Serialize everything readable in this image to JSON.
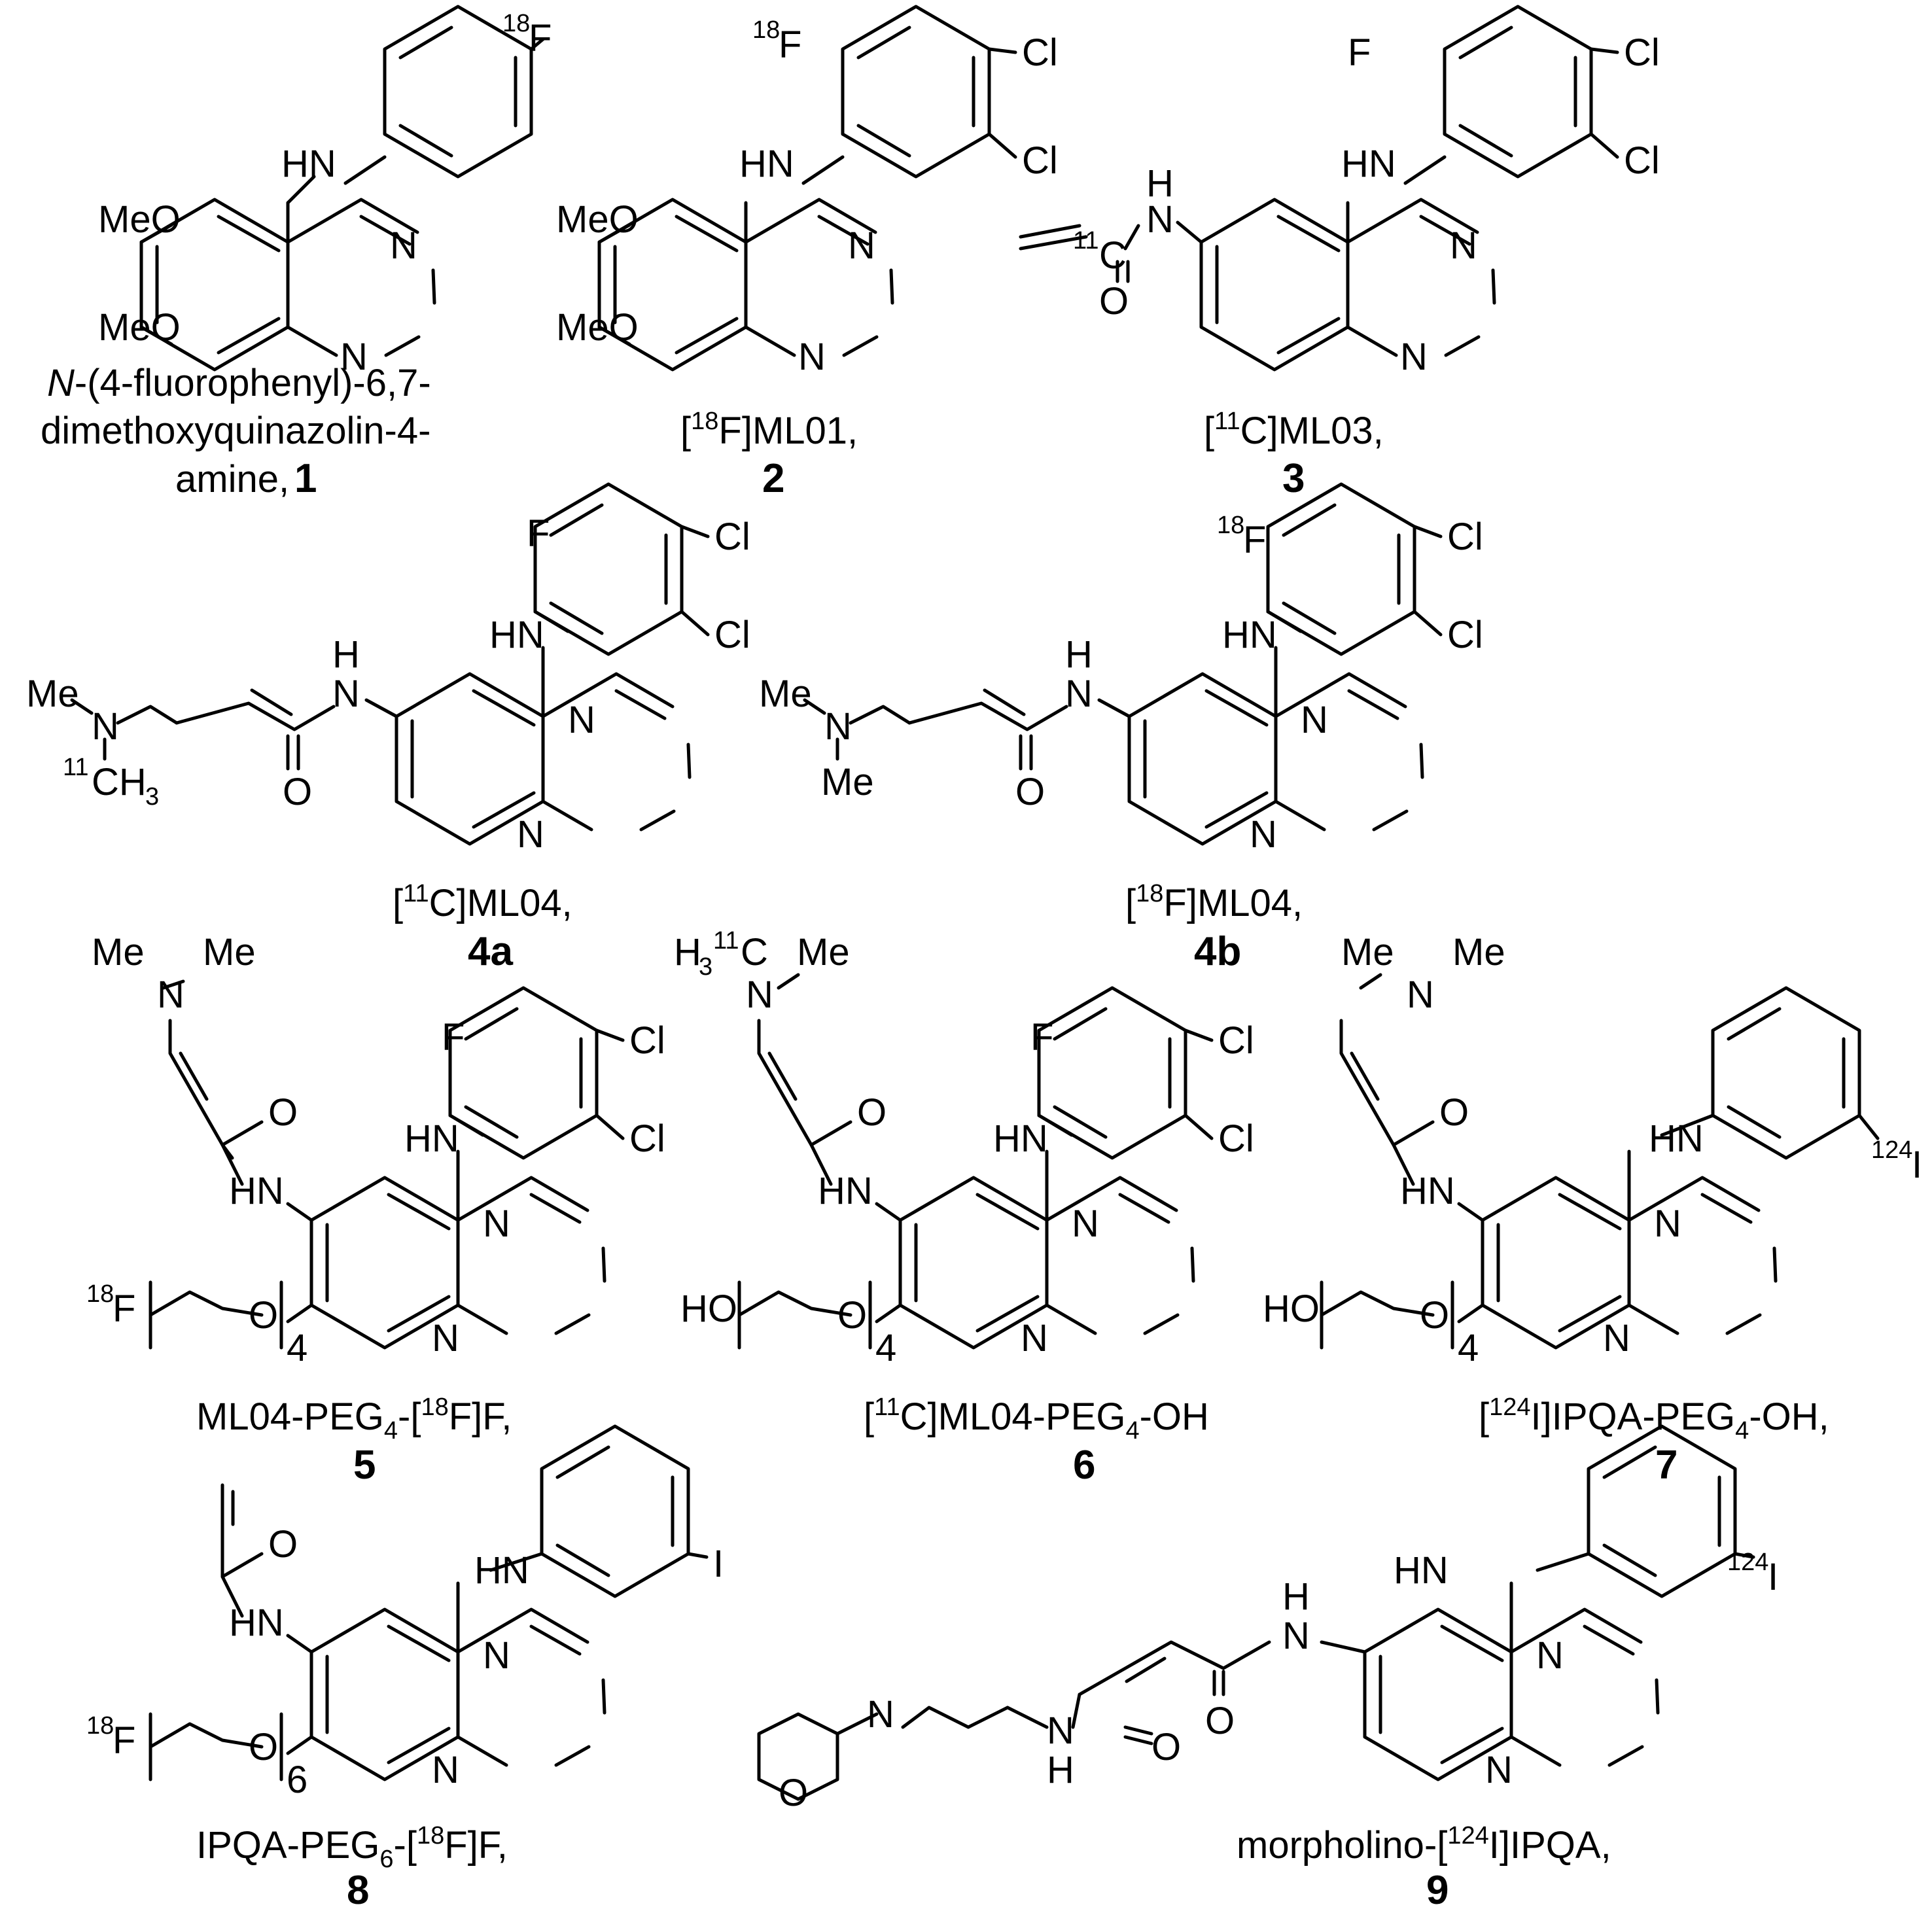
{
  "compounds": [
    {
      "id": "c1",
      "number": "1",
      "caption": [
        "N",
        "-(4-fluorophenyl)-6,7-",
        "dimethoxyquinazolin-4-",
        "amine,"
      ],
      "labels": {
        "iso": "18",
        "F": "F",
        "NH": "HN",
        "MeO1": "MeO",
        "MeO2": "MeO",
        "N1": "N",
        "N2": "N"
      }
    },
    {
      "id": "c2",
      "number": "2",
      "caption": [
        "[",
        "18",
        "F]ML01,"
      ],
      "labels": {
        "iso": "18",
        "F": "F",
        "Cl1": "Cl",
        "Cl2": "Cl",
        "NH": "HN",
        "MeO1": "MeO",
        "MeO2": "MeO",
        "N1": "N",
        "N2": "N"
      }
    },
    {
      "id": "c3",
      "number": "3",
      "caption": [
        "[",
        "11",
        "C]ML03,"
      ],
      "labels": {
        "F": "F",
        "Cl1": "Cl",
        "Cl2": "Cl",
        "NH": "HN",
        "H": "H",
        "N": "N",
        "iso": "11",
        "C": "C",
        "O": "O",
        "N1": "N",
        "N2": "N"
      }
    },
    {
      "id": "c4a",
      "number": "4a",
      "caption": [
        "[",
        "11",
        "C]ML04,"
      ],
      "labels": {
        "F": "F",
        "Cl1": "Cl",
        "Cl2": "Cl",
        "NH": "HN",
        "H": "H",
        "Namide": "N",
        "O": "O",
        "Me": "Me",
        "Namine": "N",
        "iso": "11",
        "CH": "CH",
        "sub3": "3",
        "N1": "N",
        "N2": "N"
      }
    },
    {
      "id": "c4b",
      "number": "4b",
      "caption": [
        "[",
        "18",
        "F]ML04,"
      ],
      "labels": {
        "iso": "18",
        "F": "F",
        "Cl1": "Cl",
        "Cl2": "Cl",
        "NH": "HN",
        "H": "H",
        "Namide": "N",
        "O": "O",
        "Me1": "Me",
        "Namine": "N",
        "Me2": "Me",
        "N1": "N",
        "N2": "N"
      }
    },
    {
      "id": "c5",
      "number": "5",
      "caption": [
        "ML04-PEG",
        "4",
        "-[",
        "18",
        "F]F,"
      ],
      "labels": {
        "Me1": "Me",
        "Me2": "Me",
        "Namine": "N",
        "O": "O",
        "F": "F",
        "Cl1": "Cl",
        "Cl2": "Cl",
        "NH": "HN",
        "HN2": "HN",
        "N1": "N",
        "N2": "N",
        "isoF": "18",
        "F2": "F",
        "Opeg": "O",
        "n": "4"
      }
    },
    {
      "id": "c6",
      "number": "6",
      "caption": [
        "[",
        "11",
        "C]ML04-PEG",
        "4",
        "-OH"
      ],
      "labels": {
        "H3": "H",
        "sub3": "3",
        "iso": "11",
        "C": "C",
        "Namine": "N",
        "Me": "Me",
        "O": "O",
        "F": "F",
        "Cl1": "Cl",
        "Cl2": "Cl",
        "NH": "HN",
        "HN2": "HN",
        "N1": "N",
        "N2": "N",
        "HO": "HO",
        "Opeg": "O",
        "n": "4"
      }
    },
    {
      "id": "c7",
      "number": "7",
      "caption": [
        "[",
        "124",
        "I]IPQA-PEG",
        "4",
        "-OH,"
      ],
      "labels": {
        "Me1": "Me",
        "Me2": "Me",
        "Namine": "N",
        "O": "O",
        "NH": "HN",
        "HN2": "HN",
        "iso": "124",
        "I": "I",
        "N1": "N",
        "N2": "N",
        "HO": "HO",
        "Opeg": "O",
        "n": "4"
      }
    },
    {
      "id": "c8",
      "number": "8",
      "caption": [
        "IPQA-PEG",
        "6",
        "-[",
        "18",
        "F]F,"
      ],
      "labels": {
        "O": "O",
        "NH": "HN",
        "I": "I",
        "HN2": "HN",
        "N1": "N",
        "N2": "N",
        "isoF": "18",
        "F": "F",
        "Opeg": "O",
        "n": "6"
      }
    },
    {
      "id": "c9",
      "number": "9",
      "caption": [
        "morpholino-[",
        "124",
        "I]IPQA,"
      ],
      "labels": {
        "NH": "HN",
        "iso": "124",
        "I": "I",
        "H": "H",
        "Namide": "N",
        "O1": "O",
        "N1": "N",
        "N2": "N",
        "Nmorph": "N",
        "Omorph": "O",
        "Namide2": "N",
        "H2": "H",
        "O2": "O"
      }
    }
  ]
}
